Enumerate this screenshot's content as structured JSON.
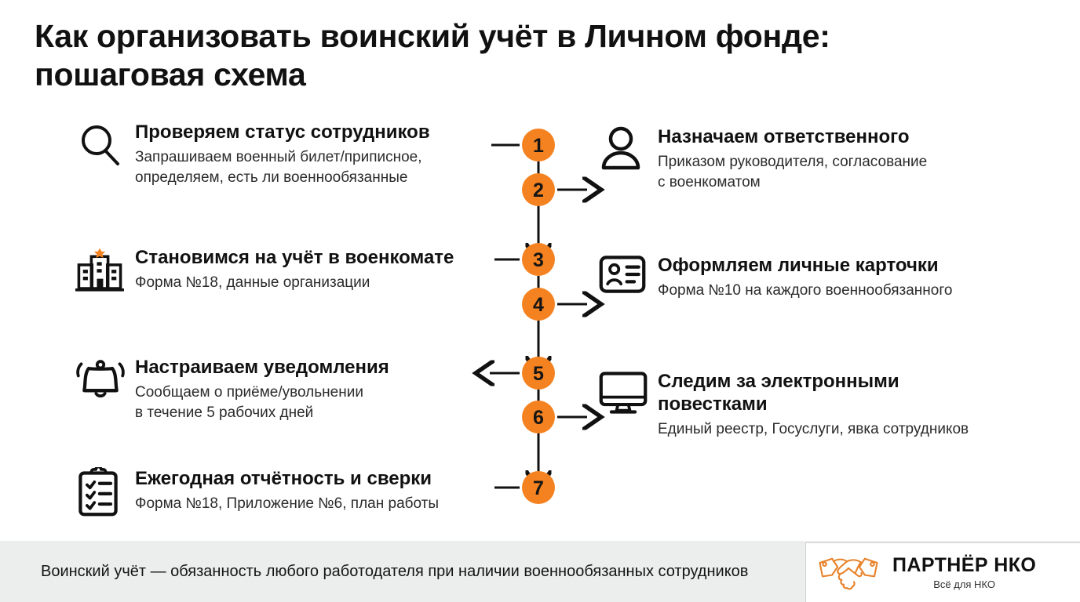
{
  "colors": {
    "accent_orange": "#F58220",
    "text_dark": "#111111",
    "footer_bg": "#ECEDED",
    "white": "#FFFFFF"
  },
  "header": {
    "title": "Как организовать воинский учёт в Личном фонде:\nпошаговая схема"
  },
  "flow": {
    "numbers": [
      "1",
      "2",
      "3",
      "4",
      "5",
      "6",
      "7"
    ]
  },
  "left_column": [
    {
      "number": "1",
      "icon": "magnifier-icon",
      "title": "Проверяем статус сотрудников",
      "subtitle": "Запрашиваем военный билет/приписное,\nопределяем, есть ли военнообязанные"
    },
    {
      "number": "3",
      "icon": "office-building-icon",
      "title": "Становимся на учёт в военкомате",
      "subtitle": "Форма №18, данные организации"
    },
    {
      "number": "5",
      "icon": "bell-icon",
      "title": "Настраиваем уведомления",
      "subtitle": "Сообщаем о приёме/увольнении\nв течение 5 рабочих дней"
    },
    {
      "number": "7",
      "icon": "clipboard-check-icon",
      "title": "Ежегодная отчётность и сверки",
      "subtitle": "Форма №18, Приложение №6, план работы"
    }
  ],
  "right_column": [
    {
      "number": "2",
      "icon": "person-icon",
      "title": "Назначаем ответственного",
      "subtitle": "Приказом руководителя, согласование\nс военкоматом"
    },
    {
      "number": "4",
      "icon": "id-card-icon",
      "title": "Оформляем личные карточки",
      "subtitle": "Форма №10 на каждого военнообязанного"
    },
    {
      "number": "6",
      "icon": "monitor-icon",
      "title": "Следим за электронными\nповестками",
      "subtitle": "Единый реестр, Госуслуги, явка сотрудников"
    }
  ],
  "footer": {
    "text": "Воинский учёт — обязанность любого работодателя при наличии военнообязанных сотрудников",
    "logo": {
      "icon": "handshake-icon",
      "name": "ПАРТНЁР НКО",
      "tagline": "Всё для НКО"
    }
  }
}
